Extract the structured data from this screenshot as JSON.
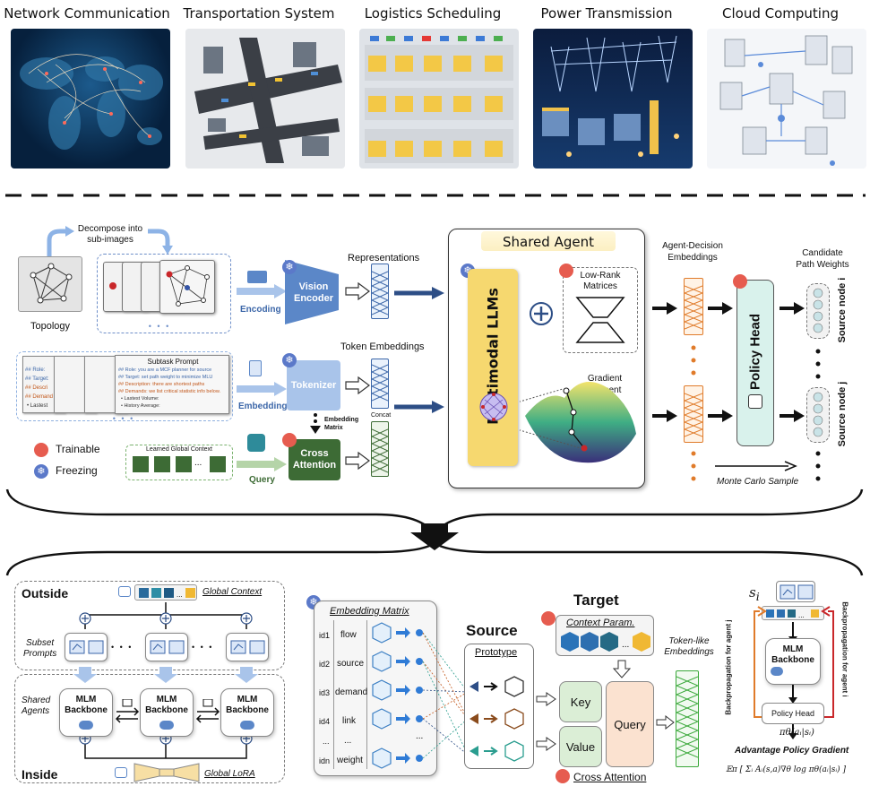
{
  "top": {
    "titles": [
      "Network Communication",
      "Transportation System",
      "Logistics Scheduling",
      "Power Transmission",
      "Cloud Computing"
    ]
  },
  "mid": {
    "decompose": "Decompose into\nsub-images",
    "topology": "Topology",
    "encoding": "Encoding",
    "vision_encoder": "Vision\nEncoder",
    "representations": "Representations",
    "subtask_prompt": "Subtask Prompt",
    "prompt_lines": [
      "## Role: you are a MCF planner for source",
      "## Target: set path weight to minimize MLU",
      "## Description: there are shortest paths",
      "## Demands: we list critical statistic info below.",
      "• Lastest Volume:",
      "• History Average:"
    ],
    "prompt_labels": [
      "## Role:",
      "## Target:",
      "## Descri",
      "## Demand",
      "• Lastest",
      "• History"
    ],
    "embedding": "Embedding",
    "tokenizer": "Tokenizer",
    "token_embeddings": "Token Embeddings",
    "embedding_matrix": "Embedding\nMatrix",
    "concat": "Concat",
    "trainable": "Trainable",
    "freezing": "Freezing",
    "learned_global_context": "Learned Global Context",
    "query": "Query",
    "cross_attention": "Cross\nAttention",
    "shared_agent": "Shared Agent",
    "multimodal_llms": "Multimodal LLMs",
    "low_rank": "Low-Rank\nMatrices",
    "gradient_descent": "Gradient\nDescent",
    "agent_decision": "Agent-Decision\nEmbeddings",
    "policy_head": "Policy Head",
    "candidate": "Candidate\nPath Weights",
    "source_node_i": "Source node i",
    "source_node_j": "Source node j",
    "monte_carlo": "Monte Carlo Sample",
    "dots": "• • •"
  },
  "bottom": {
    "outside": "Outside",
    "global_context": "Global Context",
    "subset_prompts": "Subset\nPrompts",
    "shared_agents": "Shared\nAgents",
    "mlm_backbone": "MLM\nBackbone",
    "inside": "Inside",
    "global_lora": "Global  LoRA",
    "embedding_matrix": "Embedding Matrix",
    "ids": [
      "id1",
      "id2",
      "id3",
      "id4",
      "...",
      "idn"
    ],
    "tokens": [
      "flow",
      "source",
      "demand",
      "link",
      "...",
      "weight"
    ],
    "source": "Source",
    "prototype": "Prototype",
    "target": "Target",
    "context_param": "Context Param.",
    "key": "Key",
    "value": "Value",
    "query": "Query",
    "token_like": "Token-like\nEmbeddings",
    "cross_attention": "Cross Attention",
    "s_i": "s",
    "s_i_sub": "i",
    "policy_head": "Policy Head",
    "pi": "π",
    "pi_rest": "θ(aᵢ|sᵢ)",
    "advantage": "Advantage Policy Gradient",
    "formula": "𝔼π [ Σᵢ Aᵢ(s,a)∇θ log πθ(aᵢ|sᵢ) ]",
    "backprop_j": "Backpropagation for agent j",
    "backprop_i": "Backpropagation for agent i",
    "ellipsis": "• • •"
  },
  "colors": {
    "blue": "#5b87c8",
    "green": "#3d6b35",
    "red": "#e65c4f",
    "orange": "#e07b2a",
    "lightblue": "#a9c4ea"
  }
}
